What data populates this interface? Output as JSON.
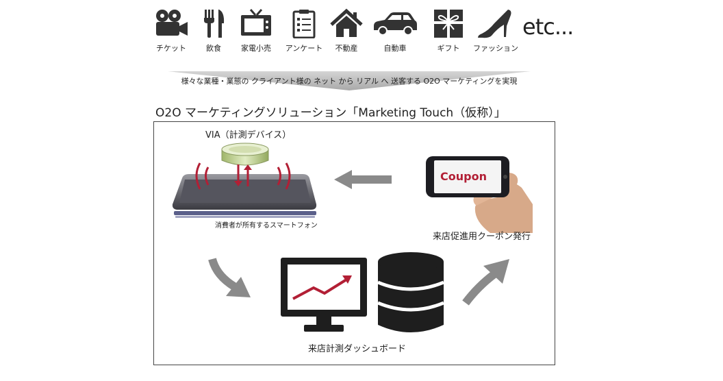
{
  "categories": [
    {
      "label": "チケット",
      "icon": "movie-camera-icon"
    },
    {
      "label": "飲食",
      "icon": "fork-knife-icon"
    },
    {
      "label": "家電小売",
      "icon": "television-icon"
    },
    {
      "label": "アンケート",
      "icon": "clipboard-icon"
    },
    {
      "label": "不動産",
      "icon": "house-icon"
    },
    {
      "label": "自動車",
      "icon": "car-icon"
    },
    {
      "label": "ギフト",
      "icon": "gift-icon"
    },
    {
      "label": "ファッション",
      "icon": "high-heel-icon"
    }
  ],
  "etc_label": "etc...",
  "banner_text": "様々な業種・業態の クライアント様の ネット から リアル へ 送客する O2O マーケティングを実現",
  "solution_title": "O2O マーケティングソリューション「Marketing Touch（仮称）」",
  "diagram": {
    "via_label": "VIA（計測デバイス）",
    "phone_label": "消費者が所有するスマートフォン",
    "coupon_screen_text": "Coupon",
    "coupon_label": "来店促進用クーポン発行",
    "dashboard_label": "来店計測ダッシュボード"
  },
  "colors": {
    "icon": "#333333",
    "accent": "#b21f35",
    "arrow": "#8a8a8a",
    "banner": "#c8c8c8"
  }
}
